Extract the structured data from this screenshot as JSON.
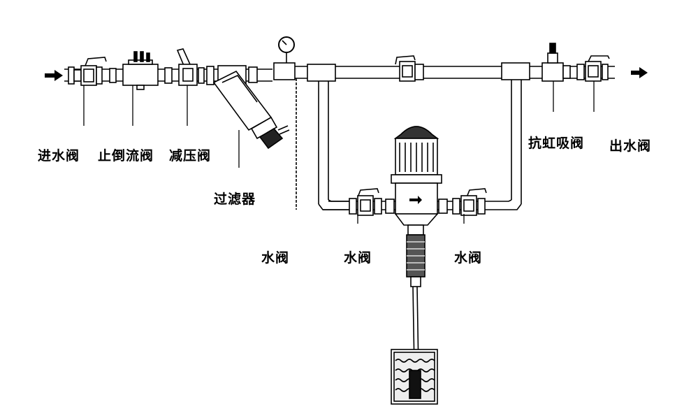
{
  "labels": {
    "inlet_valve": "进水阀",
    "check_valve": "止倒流阀",
    "pressure_reducing_valve": "减压阀",
    "filter": "过滤器",
    "bypass_valve": "水阀",
    "doser_inlet_valve": "水阀",
    "doser_outlet_valve": "水阀",
    "anti_siphon_valve": "抗虹吸阀",
    "outlet_valve": "出水阀"
  },
  "flow": {
    "in_arrow": "➡",
    "out_arrow": "➡"
  },
  "colors": {
    "line": "#000000",
    "background": "#ffffff",
    "fill_dark": "#111111",
    "fill_gray": "#bbbbbb"
  }
}
